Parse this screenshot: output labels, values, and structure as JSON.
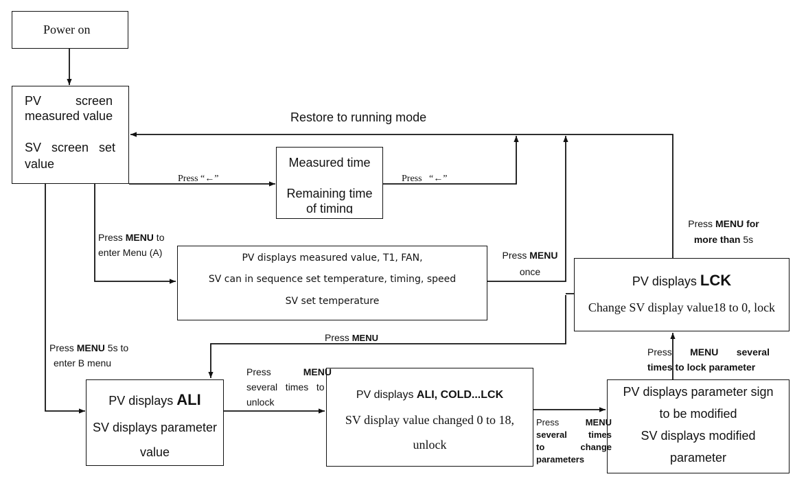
{
  "nodes": {
    "power_on": "Power on",
    "pv_screen_1": "PV          screen",
    "pv_screen_2": "measured value",
    "sv_screen_1": "SV   screen   set",
    "sv_screen_2": "value",
    "measured_time": "Measured time",
    "remaining_time": "Remaining time of timing",
    "menu_a_line1": "PV displays measured value, T1, FAN,",
    "menu_a_line2": "SV can in sequence set temperature, timing, speed",
    "menu_a_line3": "SV set temperature",
    "ali_prefix": "PV displays ",
    "ali_code": "ALI",
    "ali_sv_1": "SV displays parameter",
    "ali_sv_2": "value",
    "cold_prefix": "PV displays ",
    "cold_code": "ALI, COLD...LCK",
    "cold_sv_1": "SV display value changed 0 to 18,",
    "cold_sv_2": "unlock",
    "param_1": "PV displays parameter sign",
    "param_2": "to be modified",
    "param_3": "SV displays modified",
    "param_4": "parameter",
    "lck_prefix": "PV displays ",
    "lck_code": "LCK",
    "lck_sv": "Change SV display value18 to 0, lock"
  },
  "labels": {
    "restore": "Restore to running mode",
    "press_left_1": "Press “←”",
    "press_left_2": "Press   “←”",
    "menu_a_1": "Press ",
    "menu_a_2": "MENU",
    "menu_a_3": " to",
    "menu_a_4": "enter Menu (A)",
    "menu_b_1": "Press ",
    "menu_b_2": "MENU",
    "menu_b_3": " 5s to",
    "menu_b_4": "enter B menu",
    "menu_once_1": "Press ",
    "menu_once_2": "MENU",
    "menu_once_3": "once",
    "menu_5s_1": "Press ",
    "menu_5s_2": "MENU for",
    "menu_5s_3": "more than ",
    "menu_5s_4": "5s",
    "press_menu_1": "Press ",
    "press_menu_2": "MENU",
    "unlock_1": "Press",
    "unlock_2": "MENU",
    "unlock_3": "several   times   to",
    "unlock_4": "unlock",
    "change_1": "Press",
    "change_2": "MENU",
    "change_3": "several",
    "change_4": "times",
    "change_5": "to",
    "change_6": "change",
    "change_7": "parameters",
    "lock_1": "Press",
    "lock_2": "MENU",
    "lock_3": "several",
    "lock_4": "times to lock parameter"
  },
  "colors": {
    "line": "#111111",
    "background": "#ffffff"
  }
}
